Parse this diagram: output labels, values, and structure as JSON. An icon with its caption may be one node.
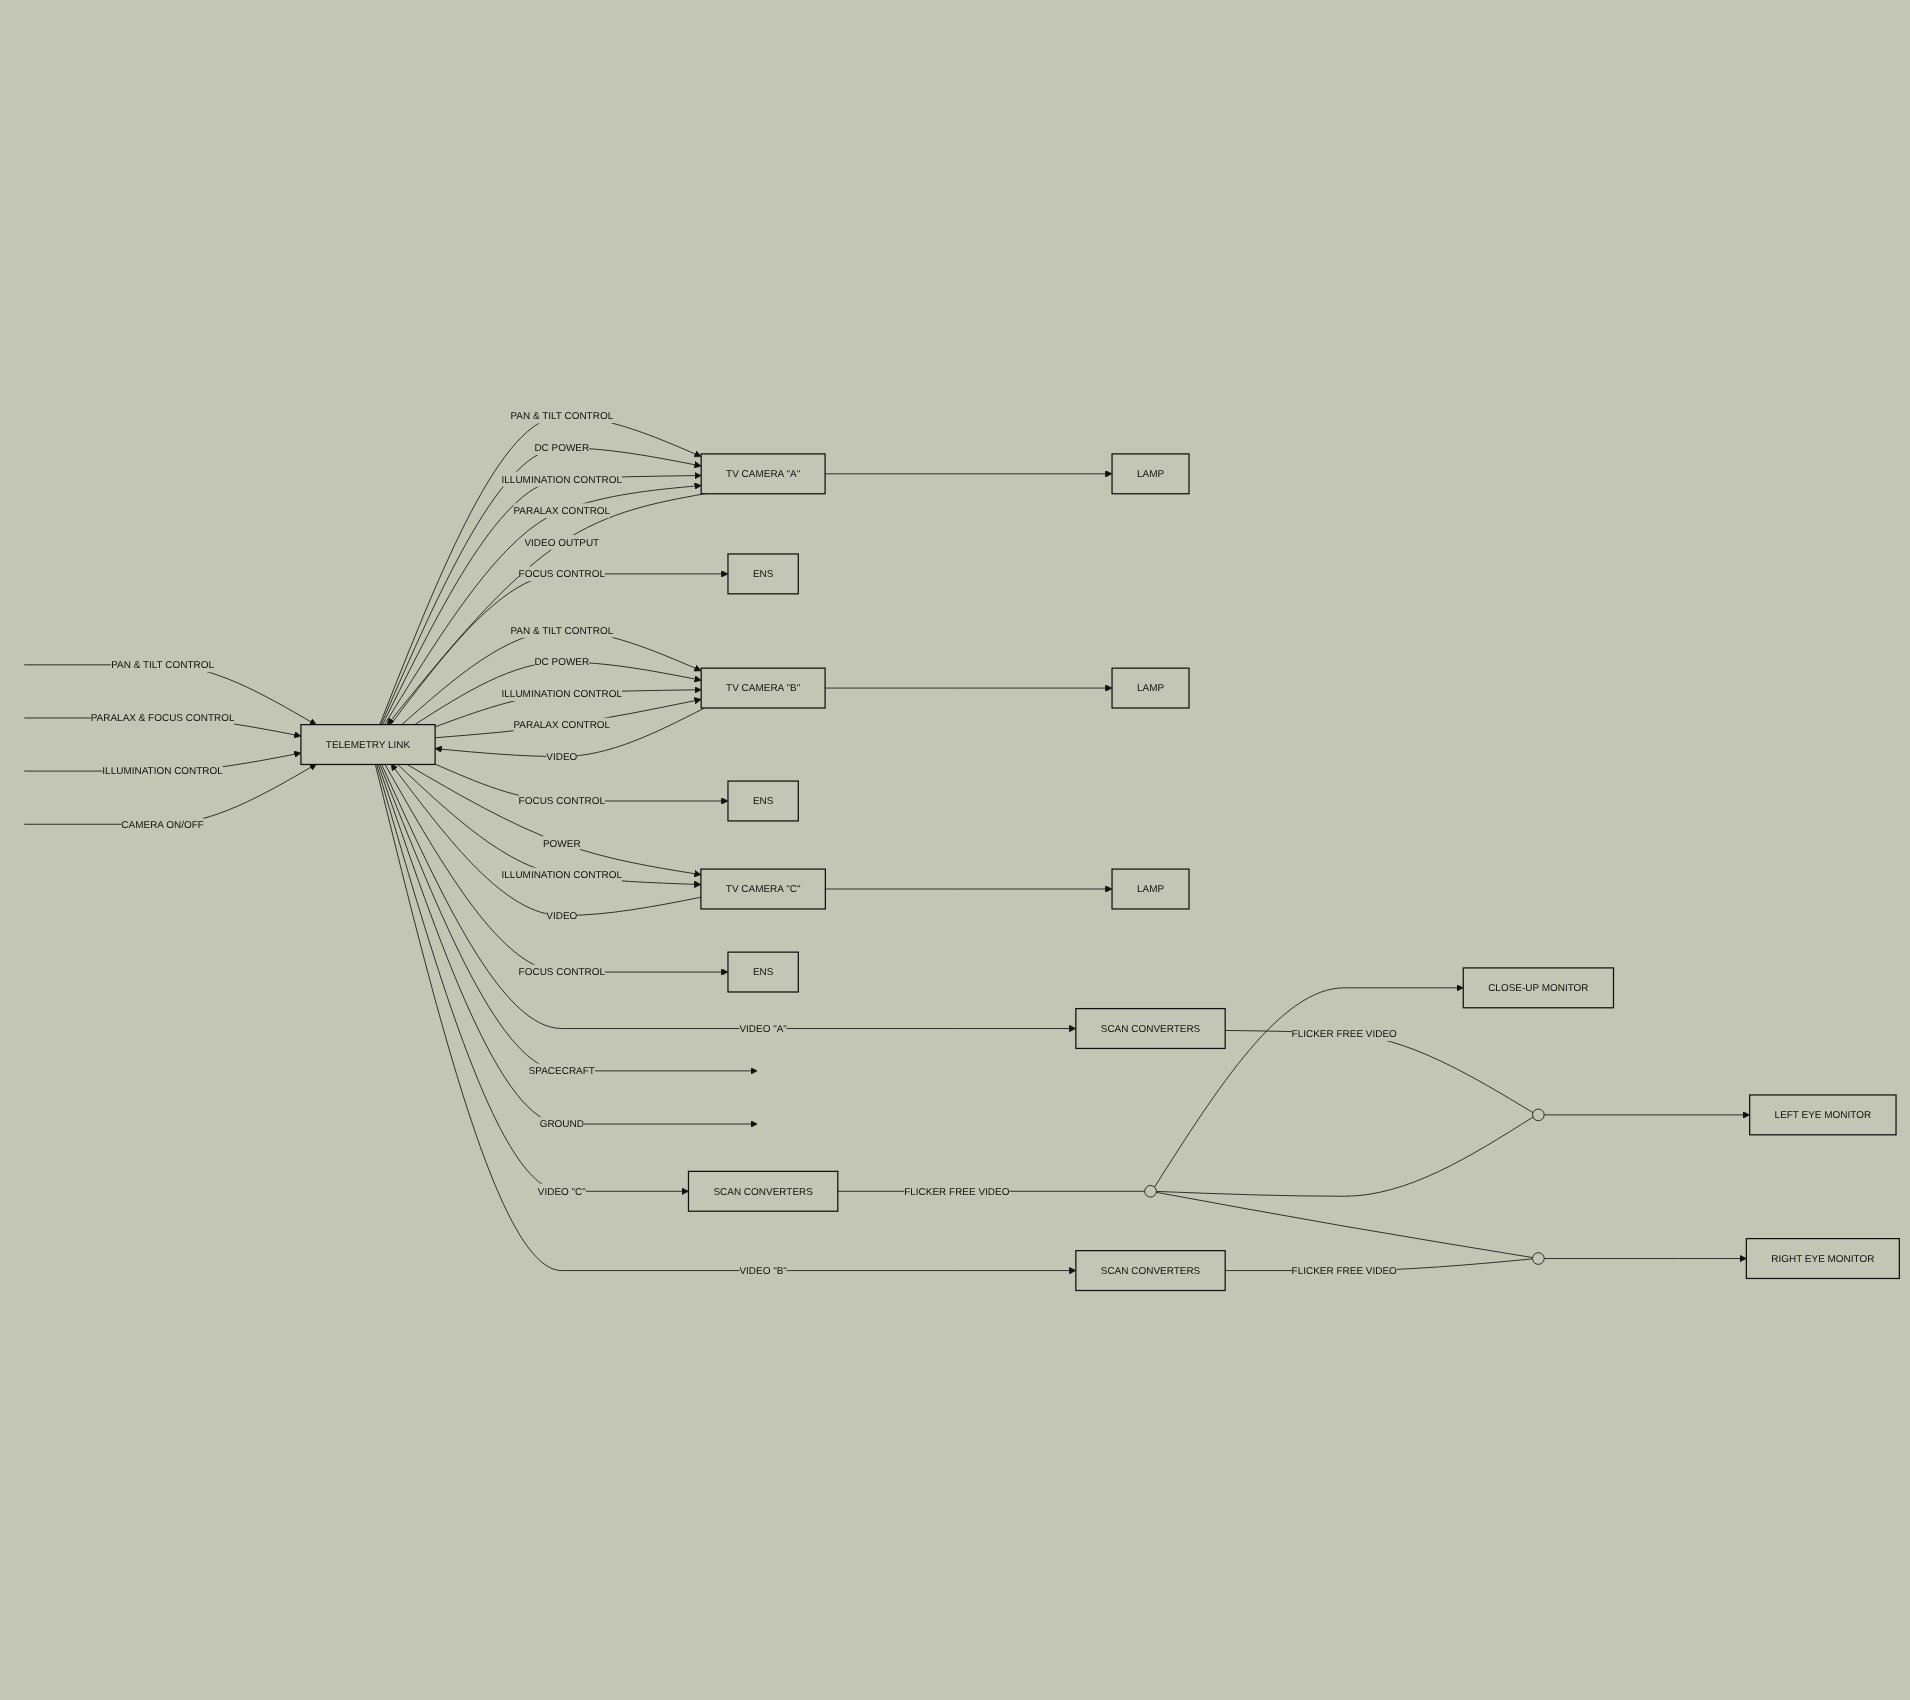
{
  "diagram": {
    "nodes": [
      {
        "text": [
          "TELEMETRY LINK"
        ]
      },
      {
        "text": [
          "TV CAMERA \"A\""
        ]
      },
      {
        "text": [
          "ENS"
        ]
      },
      {
        "text": [
          "LAMP"
        ]
      },
      {
        "text": [
          "TV CAMERA \"B\""
        ]
      },
      {
        "text": [
          "ENS"
        ]
      },
      {
        "text": [
          "LAMP"
        ]
      },
      {
        "text": [
          "TV CAMERA \"C\""
        ]
      },
      {
        "text": [
          "ENS"
        ]
      },
      {
        "text": [
          "LAMP"
        ]
      },
      {
        "text": [
          "SCAN CONVERTERS"
        ]
      },
      {
        "text": [
          "SCAN CONVERTERS"
        ]
      },
      {
        "text": [
          "SCAN CONVERTERS"
        ]
      },
      {
        "text": [
          "LEFT EYE MONITOR"
        ]
      },
      {
        "text": [
          "CLOSE-UP MONITOR"
        ]
      },
      {
        "text": [
          "RIGHT EYE MONITOR"
        ]
      },
      {
        "text": [],
        "shape": "circle"
      },
      {
        "text": [],
        "shape": "circle"
      },
      {
        "text": [],
        "shape": "circle"
      }
    ],
    "edges": [
      {
        "from": 0,
        "to": 2,
        "arrow": "to",
        "label": "FOCUS CONTROL"
      },
      {
        "from": 0,
        "to": 1,
        "arrow": "to",
        "label": "PAN & TILT CONTROL"
      },
      {
        "from": 1,
        "to": 0,
        "arrow": "to",
        "label": "VIDEO OUTPUT"
      },
      {
        "from": 0,
        "to": 1,
        "arrow": "to",
        "label": "DC POWER"
      },
      {
        "from": 0,
        "to": 1,
        "arrow": "to",
        "label": "ILLUMINATION CONTROL"
      },
      {
        "from": 1,
        "to": 3,
        "arrow": "to"
      },
      {
        "from": 0,
        "to": 1,
        "arrow": "to",
        "label": "PARALAX CONTROL"
      },
      {
        "from": 0,
        "to": 5,
        "arrow": "to",
        "label": "FOCUS CONTROL"
      },
      {
        "from": 0,
        "to": 4,
        "arrow": "to",
        "label": "PAN & TILT CONTROL"
      },
      {
        "from": 4,
        "to": 0,
        "arrow": "to",
        "label": "VIDEO"
      },
      {
        "from": 0,
        "to": 4,
        "arrow": "to",
        "label": "DC POWER"
      },
      {
        "from": 0,
        "to": 4,
        "arrow": "to",
        "label": "ILLUMINATION CONTROL"
      },
      {
        "from": 4,
        "to": 6,
        "arrow": "to"
      },
      {
        "from": 0,
        "to": 4,
        "arrow": "to",
        "label": "PARALAX CONTROL"
      },
      {
        "from": 0,
        "to": 8,
        "arrow": "to",
        "label": "FOCUS CONTROL"
      },
      {
        "from": 7,
        "to": 0,
        "arrow": "to",
        "label": "VIDEO"
      },
      {
        "from": 0,
        "to": 7,
        "arrow": "to",
        "label": "POWER"
      },
      {
        "from": 0,
        "to": 7,
        "arrow": "to",
        "label": "ILLUMINATION CONTROL"
      },
      {
        "from": 7,
        "to": 9,
        "arrow": "to"
      },
      {
        "from": 0,
        "to": 10,
        "arrow": "to",
        "label": "VIDEO \"A\""
      },
      {
        "from": 10,
        "to": 16,
        "arrow": "none",
        "label": "FLICKER FREE VIDEO"
      },
      {
        "from": 16,
        "to": 13,
        "arrow": "to"
      },
      {
        "from": 0,
        "to": 11,
        "arrow": "to",
        "label": "VIDEO \"C\""
      },
      {
        "from": 11,
        "to": 17,
        "arrow": "none",
        "label": "FLICKER FREE VIDEO"
      },
      {
        "from": 17,
        "to": 14,
        "arrow": "to"
      },
      {
        "from": 17,
        "to": 16,
        "arrow": "none"
      },
      {
        "from": 17,
        "to": 18,
        "arrow": "none"
      },
      {
        "from": 0,
        "to": 12,
        "arrow": "to",
        "label": "VIDEO \"B\""
      },
      {
        "from": 12,
        "to": 18,
        "arrow": "none",
        "label": "FLICKER FREE VIDEO"
      },
      {
        "from": 18,
        "to": 15,
        "arrow": "to"
      },
      {
        "from": null,
        "to": 0,
        "arrow": "to",
        "label": "PAN & TILT CONTROL"
      },
      {
        "from": null,
        "to": 0,
        "arrow": "to",
        "label": "PARALAX & FOCUS CONTROL"
      },
      {
        "from": null,
        "to": 0,
        "arrow": "to",
        "label": "ILLUMINATION CONTROL"
      },
      {
        "from": null,
        "to": 0,
        "arrow": "to",
        "label": "CAMERA ON/OFF"
      },
      {
        "from": 0,
        "to": null,
        "arrow": "to",
        "label": "SPACECRAFT"
      },
      {
        "from": 0,
        "to": null,
        "arrow": "to",
        "label": "GROUND"
      }
    ]
  }
}
